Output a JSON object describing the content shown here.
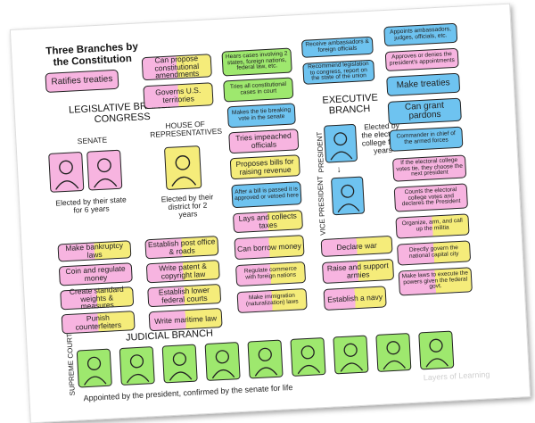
{
  "title": "Three Branches by the Constitution",
  "legislative": {
    "header": "LEGISLATIVE BRANCH",
    "subheader": "CONGRESS",
    "senate_label": "SENATE",
    "house_label": "HOUSE OF REPRESENTATIVES",
    "senate_caption": "Elected by their state for 6 years",
    "house_caption": "Elected by their district for 2 years"
  },
  "executive": {
    "header": "EXECUTIVE BRANCH",
    "president_label": "PRESIDENT",
    "vp_label": "VICE PRESIDENT",
    "caption": "Elected by the electoral college for 4 years"
  },
  "judicial": {
    "header": "JUDICIAL BRANCH",
    "court_label": "SUPREME COURT",
    "caption": "Appointed by the president, confirmed by the senate for life",
    "justices": 9
  },
  "cards": {
    "ratifies": "Ratifies treaties",
    "propose": "Can propose constitutional amendments",
    "governs": "Governs U.S. territories",
    "hears": "Hears cases involving 2 states, foreign nations, federal law, etc.",
    "tries_const": "Tries all constitutional cases in court",
    "tie": "Makes the tie breaking vote in the senate",
    "impeached": "Tries impeached officials",
    "bills": "Proposes bills for raising revenue",
    "after_bill": "After a bill is passed it is approved or vetoed here",
    "taxes": "Lays and collects taxes",
    "borrow": "Can borrow money",
    "commerce": "Regulate commerce with foreign nations",
    "immigration": "Make immigration (naturalization) laws",
    "war": "Declare war",
    "armies": "Raise and support armies",
    "navy": "Establish a navy",
    "ambassadors": "Receive ambassadors & foreign officials",
    "recommend": "Recommend legislation to congress, report on the state of the union",
    "appoints": "Appoints ambassadors, judges, officials, etc.",
    "approves": "Approves or denies the president's appointments",
    "treaties": "Make treaties",
    "pardons": "Can grant pardons",
    "commander": "Commander in chief of the armed forces",
    "electoral_tie": "If the electoral college votes tie, they choose the next president",
    "counts": "Counts the electoral college votes and declares the President",
    "militia": "Organize, arm, and call up the militia",
    "capital": "Directly govern the national capital city",
    "execute": "Make laws to execute the powers given the federal govt.",
    "bankruptcy": "Make bankruptcy laws",
    "coin": "Coin and regulate money",
    "weights": "Create standard weights & measures",
    "punish": "Punish counterfeiters",
    "post": "Establish post office & roads",
    "patent": "Write patent & copyright law",
    "courts": "Establish lower federal courts",
    "maritime": "Write maritime law"
  },
  "watermark": "Layers of Learning",
  "colors": {
    "pink": "#f7b4e0",
    "yellow": "#f5ec7a",
    "green": "#9ee86e",
    "blue": "#6ec3f0"
  }
}
